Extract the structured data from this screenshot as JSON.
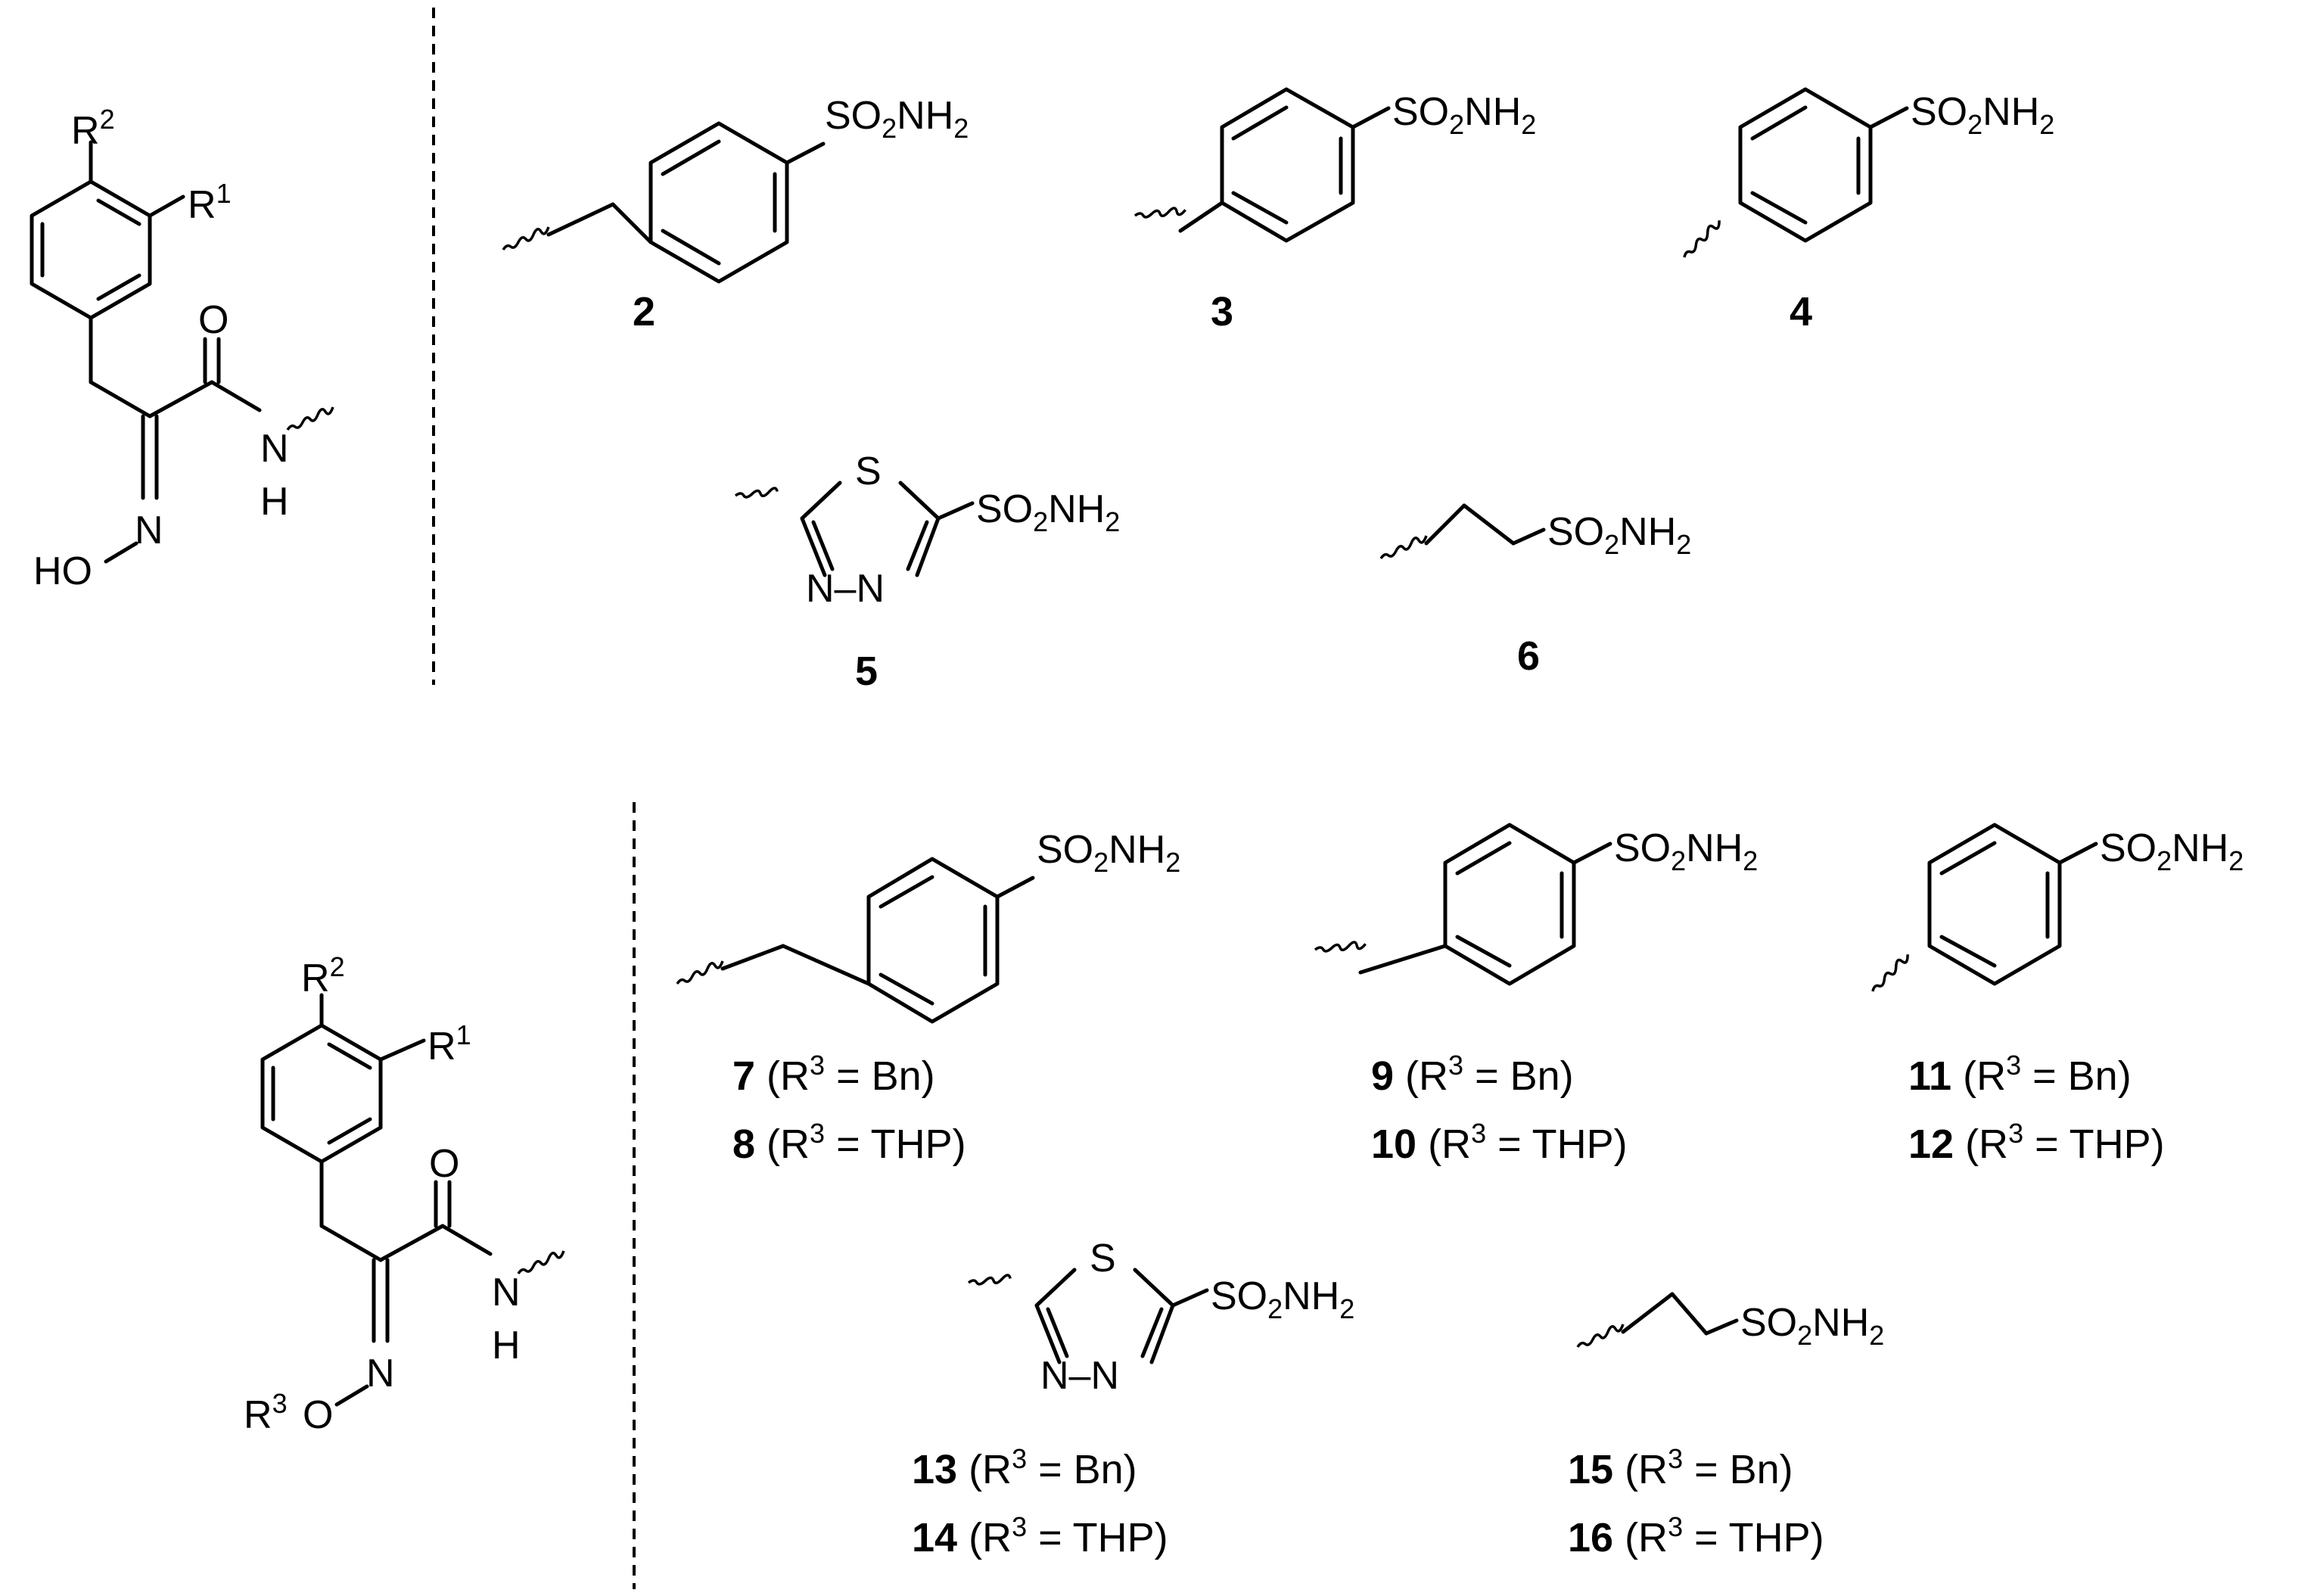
{
  "groups": {
    "sulfonamide": "SO2NH2",
    "oxygen": "O",
    "nitrogen": "N",
    "hydrogen": "H",
    "sulfur": "S",
    "hydroxy_oxygen": "HO",
    "r1": "R1",
    "r2": "R2",
    "r3": "R3",
    "n_n": "N–N"
  },
  "compounds_top": [
    {
      "number": "2"
    },
    {
      "number": "3"
    },
    {
      "number": "4"
    },
    {
      "number": "5"
    },
    {
      "number": "6"
    }
  ],
  "compounds_bottom": [
    {
      "number": "7",
      "r3": "Bn"
    },
    {
      "number": "8",
      "r3": "THP"
    },
    {
      "number": "9",
      "r3": "Bn"
    },
    {
      "number": "10",
      "r3": "THP"
    },
    {
      "number": "11",
      "r3": "Bn"
    },
    {
      "number": "12",
      "r3": "THP"
    },
    {
      "number": "13",
      "r3": "Bn"
    },
    {
      "number": "14",
      "r3": "THP"
    },
    {
      "number": "15",
      "r3": "Bn"
    },
    {
      "number": "16",
      "r3": "THP"
    }
  ],
  "label_format": {
    "open": "(R",
    "sup": "3",
    "equals": " = ",
    "close": ")"
  }
}
